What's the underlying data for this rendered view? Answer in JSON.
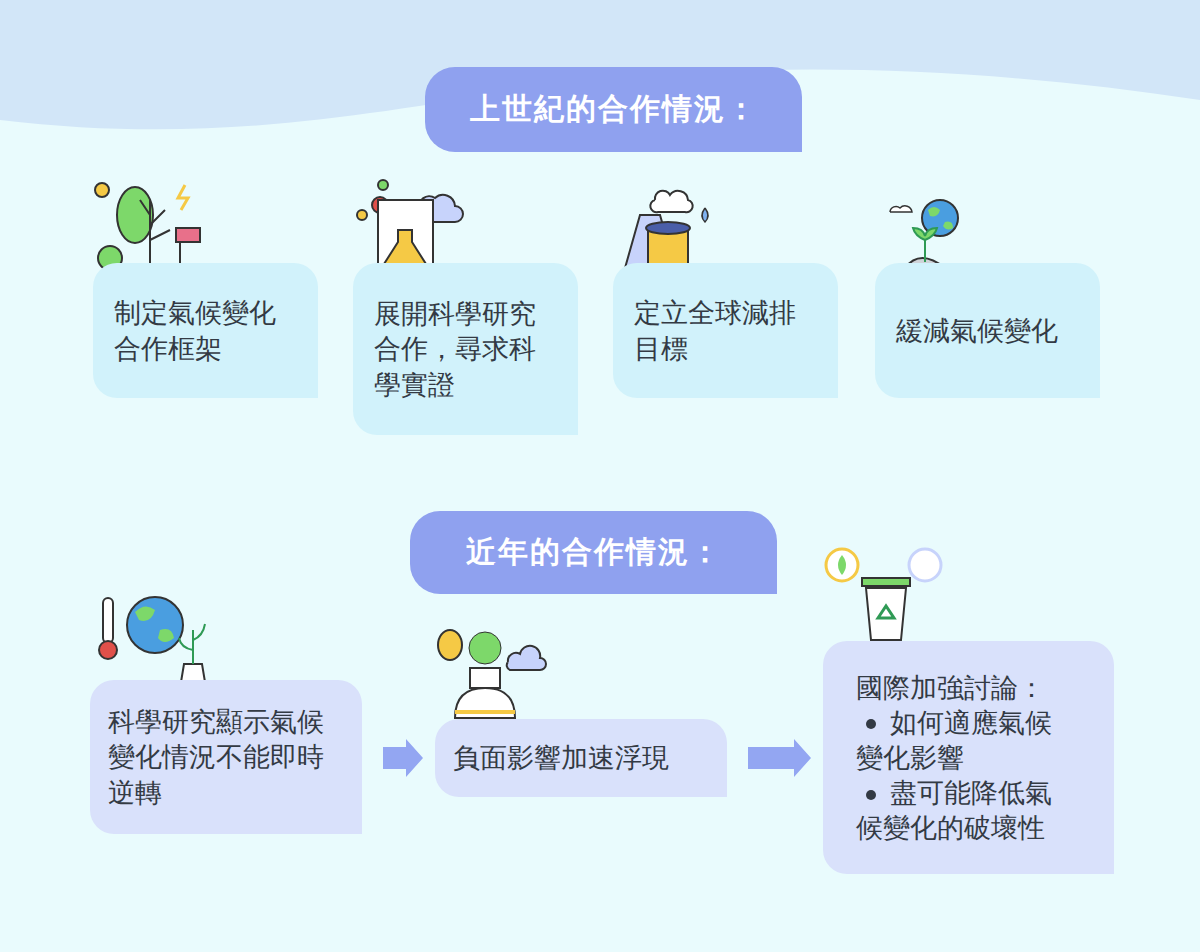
{
  "diagram": {
    "nodes": [
      {
        "text": [
          "上世紀的合作情況："
        ]
      },
      {
        "text": [
          "制定氣候變化 合作框架"
        ]
      },
      {
        "text": [
          "展開科學研究 合作，尋求科 學實證"
        ]
      },
      {
        "text": [
          "定立全球減排 目標"
        ]
      },
      {
        "text": [
          "緩減氣候變化"
        ]
      },
      {
        "text": [
          "近年的合作情況："
        ]
      },
      {
        "text": [
          "科學研究顯示氣候 變化情況不能即時 逆轉"
        ]
      },
      {
        "text": [
          "負面影響加速浮現"
        ]
      },
      {
        "text": [
          "國際加強討論：",
          "如何適應氣候 變化影響",
          "盡可能降低氣 候變化的破壞性"
        ]
      }
    ],
    "edges": [
      {
        "from": 6,
        "to": 7,
        "arrow": "to"
      },
      {
        "from": 7,
        "to": 8,
        "arrow": "to"
      }
    ]
  }
}
